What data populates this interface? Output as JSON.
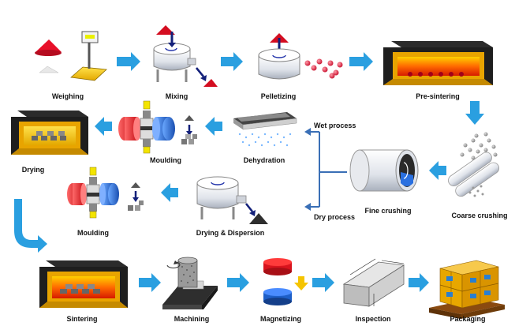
{
  "steps": {
    "weighing": "Weighing",
    "mixing": "Mixing",
    "pelletizing": "Pelletizing",
    "pre_sintering": "Pre-sintering",
    "drying_1": "Drying",
    "moulding_1": "Moulding",
    "dehydration": "Dehydration",
    "wet_process": "Wet process",
    "fine_crushing": "Fine crushing",
    "coarse_crushing": "Coarse crushing",
    "dry_process": "Dry process",
    "moulding_2": "Moulding",
    "drying_dispersion": "Drying & Dispersion",
    "sintering": "Sintering",
    "machining": "Machining",
    "magnetizing": "Magnetizing",
    "inspection": "Inspection",
    "packaging": "Packaging"
  },
  "colors": {
    "arrow": "#2a9fe0",
    "line": "#3a6fb6",
    "furnace": "#e8a400",
    "fire": "#ff4a00",
    "magnet_red": "#e8282e",
    "magnet_blue": "#2a6fd0"
  }
}
